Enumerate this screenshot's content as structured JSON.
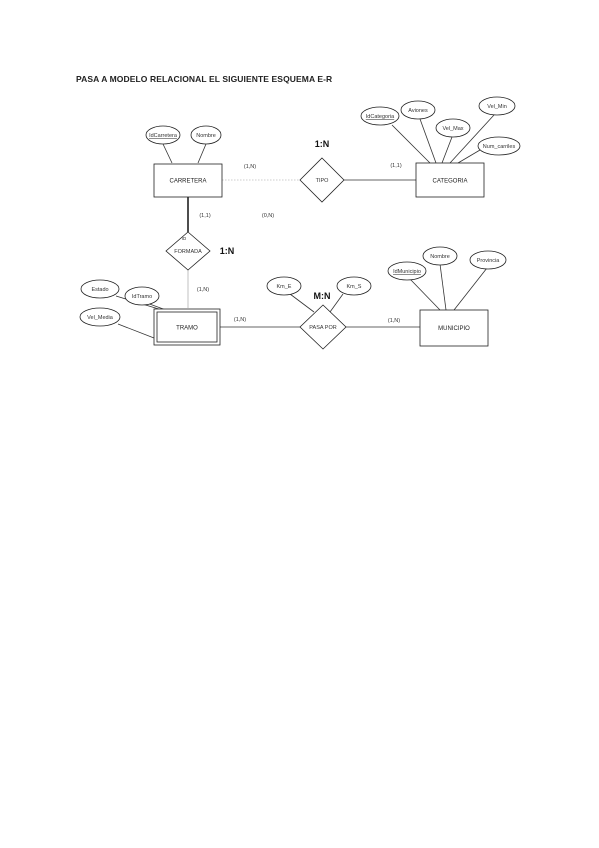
{
  "title": "PASA A MODELO RELACIONAL EL SIGUIENTE ESQUEMA E-R",
  "entities": {
    "carretera": "CARRETERA",
    "categoria": "CATEGORIA",
    "tramo": "TRAMO",
    "municipio": "MUNICIPIO"
  },
  "relationships": {
    "tipo": "TIPO",
    "formada": "FORMADA",
    "formada_tag": "ID",
    "pasa_por": "PASA POR"
  },
  "attributes": {
    "id_carretera": "IdCarretera",
    "nombre_carretera": "Nombre",
    "id_categoria": "IdCategoria",
    "aviones": "Aviones",
    "vel_max": "Vel_Max",
    "vel_min": "Vel_Min",
    "num_carriles": "Num_carriles",
    "estado": "Estado",
    "id_tramo": "IdTramo",
    "vel_media": "Vel_Media",
    "km_e": "Km_E",
    "km_s": "Km_S",
    "id_municipio": "IdMunicipio",
    "nombre_municipio": "Nombre",
    "provincia": "Provincia"
  },
  "cardinalities": {
    "carretera_tipo": "(1,N)",
    "tipo_categoria": "(1,1)",
    "carretera_formada": "(1,1)",
    "formada_mid": "(0,N)",
    "formada_tramo": "(1,N)",
    "tramo_pasa": "(1,N)",
    "pasa_municipio": "(1,N)"
  },
  "ratios": {
    "tipo": "1:N",
    "formada": "1:N",
    "pasa_por": "M:N"
  }
}
